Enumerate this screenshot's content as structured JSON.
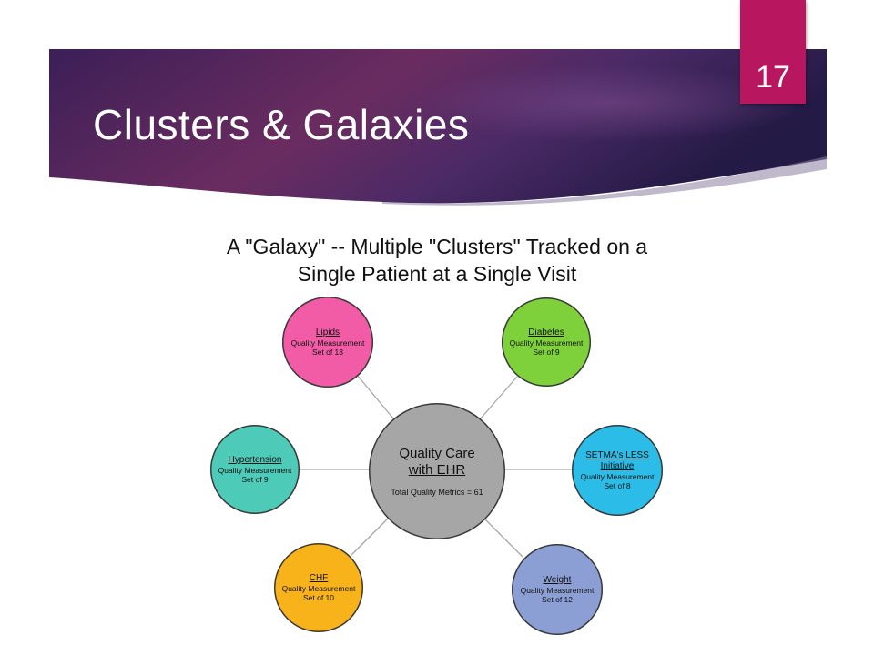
{
  "slide": {
    "title": "Clusters & Galaxies",
    "page_number": "17"
  },
  "colors": {
    "banner_dark": "#2a1b4d",
    "banner_mid": "#5a2a62",
    "banner_warm": "#7a2d5a",
    "page_box": "#b8175f"
  },
  "diagram": {
    "title_line1": "A \"Galaxy\" -- Multiple \"Clusters\" Tracked on a",
    "title_line2": "Single Patient at a Single Visit",
    "center": {
      "name_line1": "Quality Care",
      "name_line2": "with EHR",
      "metrics": "Total Quality Metrics = 61",
      "color": "#a6a6a6"
    },
    "clusters": [
      {
        "id": "lipids",
        "name": "Lipids",
        "extra": "",
        "measure": "Quality Measurement",
        "set": "Set of 13",
        "color": "#f25ba6"
      },
      {
        "id": "diabetes",
        "name": "Diabetes",
        "extra": "",
        "measure": "Quality Measurement",
        "set": "Set of 9",
        "color": "#7ed13a"
      },
      {
        "id": "hypertension",
        "name": "Hypertension",
        "extra": "",
        "measure": "Quality Measurement",
        "set": "Set of 9",
        "color": "#4ecab8"
      },
      {
        "id": "less",
        "name": "SETMA's LESS",
        "extra": "Initiative",
        "measure": "Quality Measurement",
        "set": "Set of 8",
        "color": "#2bbde8"
      },
      {
        "id": "chf",
        "name": "CHF",
        "extra": "",
        "measure": "Quality Measurement",
        "set": "Set of 10",
        "color": "#f8b21a"
      },
      {
        "id": "weight",
        "name": "Weight",
        "extra": "",
        "measure": "Quality Measurement",
        "set": "Set of 12",
        "color": "#8c9fd4"
      }
    ]
  }
}
